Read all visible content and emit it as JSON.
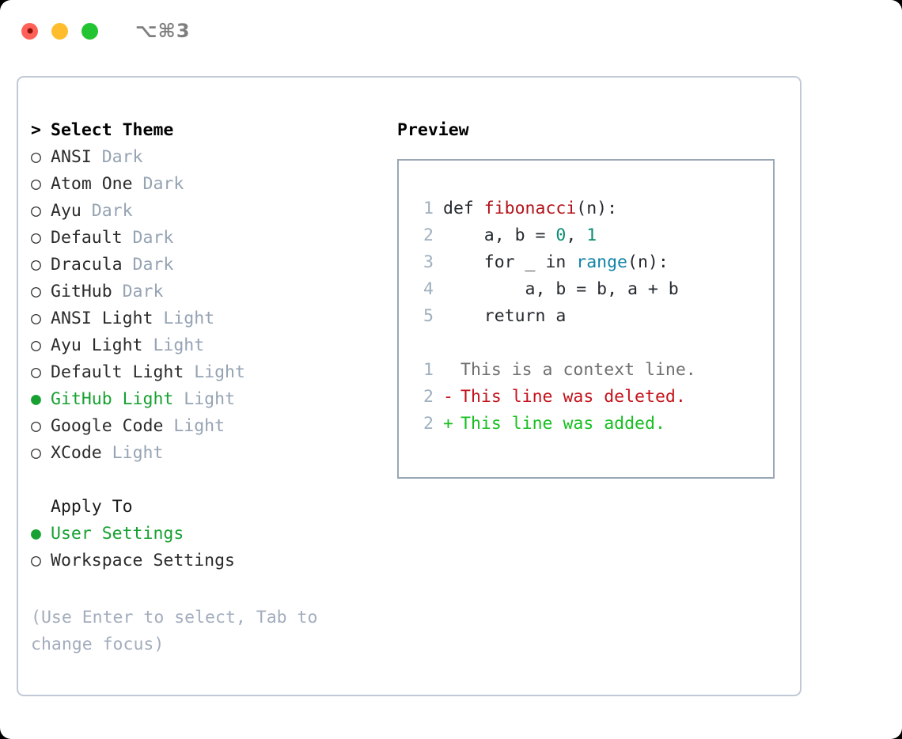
{
  "titlebar": {
    "shortcut": "⌥⌘3",
    "buttons": {
      "close": "close",
      "minimize": "minimize",
      "maximize": "maximize"
    }
  },
  "left": {
    "prompt": ">",
    "heading": "Select Theme",
    "themes": [
      {
        "marker": "○",
        "name": "ANSI",
        "tag": "Dark",
        "selected": false
      },
      {
        "marker": "○",
        "name": "Atom One",
        "tag": "Dark",
        "selected": false
      },
      {
        "marker": "○",
        "name": "Ayu",
        "tag": "Dark",
        "selected": false
      },
      {
        "marker": "○",
        "name": "Default",
        "tag": "Dark",
        "selected": false
      },
      {
        "marker": "○",
        "name": "Dracula",
        "tag": "Dark",
        "selected": false
      },
      {
        "marker": "○",
        "name": "GitHub",
        "tag": "Dark",
        "selected": false
      },
      {
        "marker": "○",
        "name": "ANSI Light",
        "tag": "Light",
        "selected": false
      },
      {
        "marker": "○",
        "name": "Ayu Light",
        "tag": "Light",
        "selected": false
      },
      {
        "marker": "○",
        "name": "Default Light",
        "tag": "Light",
        "selected": false
      },
      {
        "marker": "●",
        "name": "GitHub Light",
        "tag": "Light",
        "selected": true
      },
      {
        "marker": "○",
        "name": "Google Code",
        "tag": "Light",
        "selected": false
      },
      {
        "marker": "○",
        "name": "XCode",
        "tag": "Light",
        "selected": false
      }
    ],
    "apply_to": {
      "heading": "Apply To",
      "options": [
        {
          "marker": "●",
          "label": "User Settings",
          "selected": true
        },
        {
          "marker": "○",
          "label": "Workspace Settings",
          "selected": false
        }
      ]
    },
    "hint": "(Use Enter to select, Tab to change focus)"
  },
  "right": {
    "heading": "Preview",
    "code_lines": [
      {
        "no": "1",
        "parts": [
          {
            "t": "def ",
            "c": "plain"
          },
          {
            "t": "fibonacci",
            "c": "func"
          },
          {
            "t": "(n):",
            "c": "plain"
          }
        ]
      },
      {
        "no": "2",
        "parts": [
          {
            "t": "    a, b = ",
            "c": "plain"
          },
          {
            "t": "0",
            "c": "num"
          },
          {
            "t": ", ",
            "c": "plain"
          },
          {
            "t": "1",
            "c": "num"
          }
        ]
      },
      {
        "no": "3",
        "parts": [
          {
            "t": "    for _ in ",
            "c": "plain"
          },
          {
            "t": "range",
            "c": "builtin"
          },
          {
            "t": "(n):",
            "c": "plain"
          }
        ]
      },
      {
        "no": "4",
        "parts": [
          {
            "t": "        a, b = b, a + b",
            "c": "plain"
          }
        ]
      },
      {
        "no": "5",
        "parts": [
          {
            "t": "    return a",
            "c": "plain"
          }
        ]
      }
    ],
    "diff_lines": [
      {
        "no": "1",
        "mark": " ",
        "text": "This is a context line.",
        "kind": "context"
      },
      {
        "no": "2",
        "mark": "-",
        "text": "This line was deleted.",
        "kind": "del"
      },
      {
        "no": "2",
        "mark": "+",
        "text": "This line was added.",
        "kind": "add"
      }
    ]
  },
  "colors": {
    "accent_green": "#17a132",
    "tag_gray": "#95a3b3",
    "hint_gray": "#a3adbd",
    "border": "#c2c9d6",
    "preview_border": "#9aa7b4",
    "lineno": "#9fb0bf",
    "diff_del": "#c4121a",
    "diff_add": "#16bf1f",
    "token_func": "#b3121a",
    "token_builtin": "#1184a8",
    "token_num": "#0b8c74"
  }
}
